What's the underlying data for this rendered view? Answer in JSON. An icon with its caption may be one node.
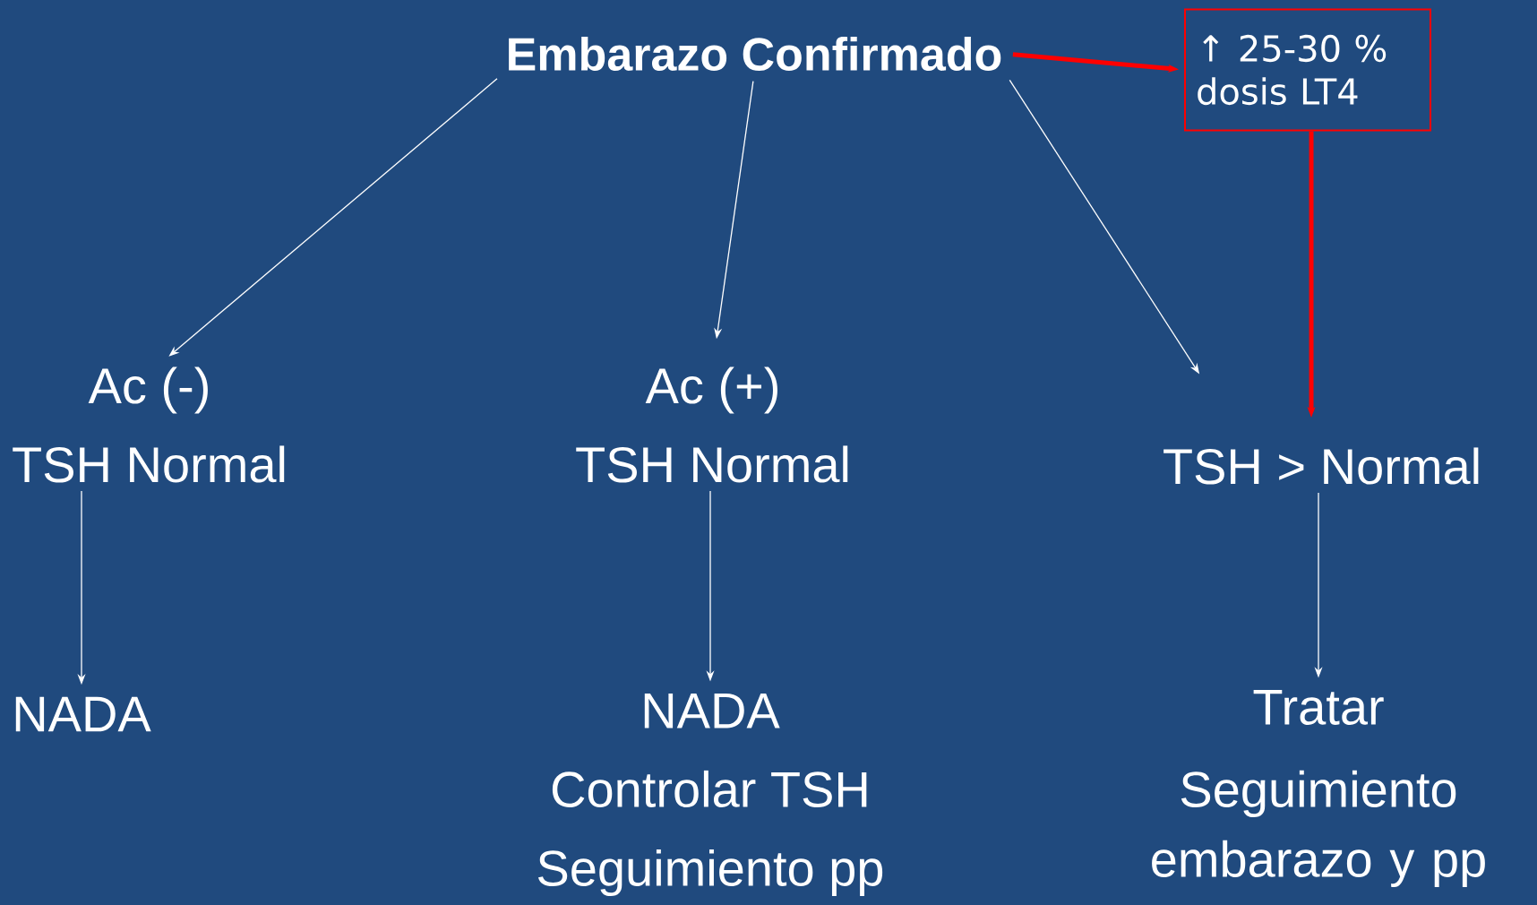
{
  "diagram": {
    "nodes": [
      {
        "text": [
          "Embarazo Confirmado"
        ]
      },
      {
        "text": [
          "↑ 25-30 % dosis LT4"
        ]
      },
      {
        "text": [
          "Ac (-)",
          "TSH Normal"
        ]
      },
      {
        "text": [
          "Ac (+)",
          "TSH Normal"
        ]
      },
      {
        "text": [
          "TSH > Normal"
        ]
      },
      {
        "text": [
          "NADA"
        ]
      },
      {
        "text": [
          "NADA",
          "Controlar TSH",
          "Seguimiento pp"
        ]
      },
      {
        "text": [
          "Tratar",
          "Seguimiento embarazo y pp"
        ]
      }
    ],
    "edges": [
      {
        "from": 0,
        "to": 1,
        "arrow": "to",
        "style": "thick",
        "color": "#ff0000"
      },
      {
        "from": 0,
        "to": 2,
        "arrow": "to"
      },
      {
        "from": 0,
        "to": 3,
        "arrow": "to"
      },
      {
        "from": 0,
        "to": 4,
        "arrow": "to"
      },
      {
        "from": 1,
        "to": 4,
        "arrow": "to",
        "style": "thick",
        "color": "#ff0000"
      },
      {
        "from": 2,
        "to": 5,
        "arrow": "to"
      },
      {
        "from": 3,
        "to": 6,
        "arrow": "to"
      },
      {
        "from": 4,
        "to": 7,
        "arrow": "to"
      }
    ]
  }
}
